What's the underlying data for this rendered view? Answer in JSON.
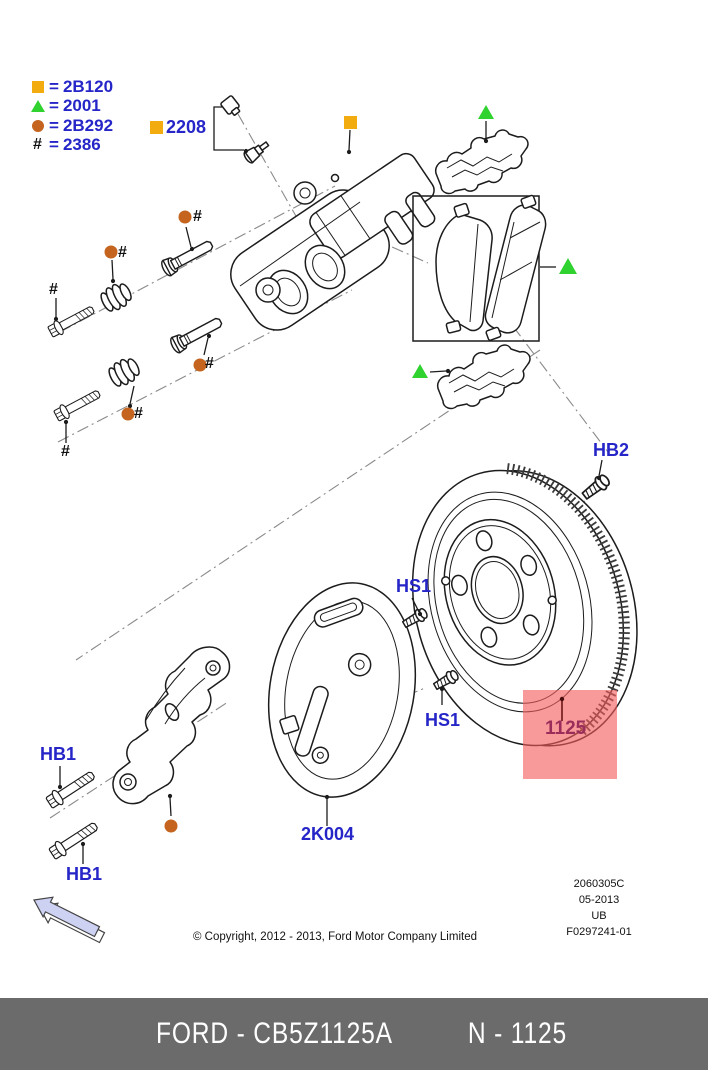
{
  "legend": {
    "eq": "=",
    "hash": "#",
    "items": [
      {
        "symbol": "yellow-square",
        "code": "2B120"
      },
      {
        "symbol": "green-triangle",
        "code": "2001"
      },
      {
        "symbol": "brown-circle",
        "code": "2B292"
      },
      {
        "symbol": "hash",
        "code": "2386"
      }
    ]
  },
  "callouts": {
    "bleeder_screw": "2208",
    "caliper_anchor_bolt_upper": "HB2",
    "shield_screw": "HS1",
    "anchor_bolt": "HB1",
    "splash_shield": "2K004",
    "rotor": "1125"
  },
  "stamp": {
    "line1": "2060305C",
    "line2": "05-2013",
    "line3": "UB",
    "line4": "F0297241-01"
  },
  "copyright": "© Copyright, 2012 - 2013, Ford Motor Company Limited",
  "footer": {
    "left": "FORD - CB5Z1125A",
    "right": "N - 1125"
  },
  "colors": {
    "label_blue": "#2525C8",
    "marker_yellow": "#F2AC0F",
    "marker_green": "#2FD22F",
    "marker_brown": "#C4641E",
    "highlight_pink": "#F45C5C",
    "highlight_text": "#9B2D5B",
    "footer_bg": "#6B6B6B",
    "arrow_fill": "#CDD1F2"
  }
}
